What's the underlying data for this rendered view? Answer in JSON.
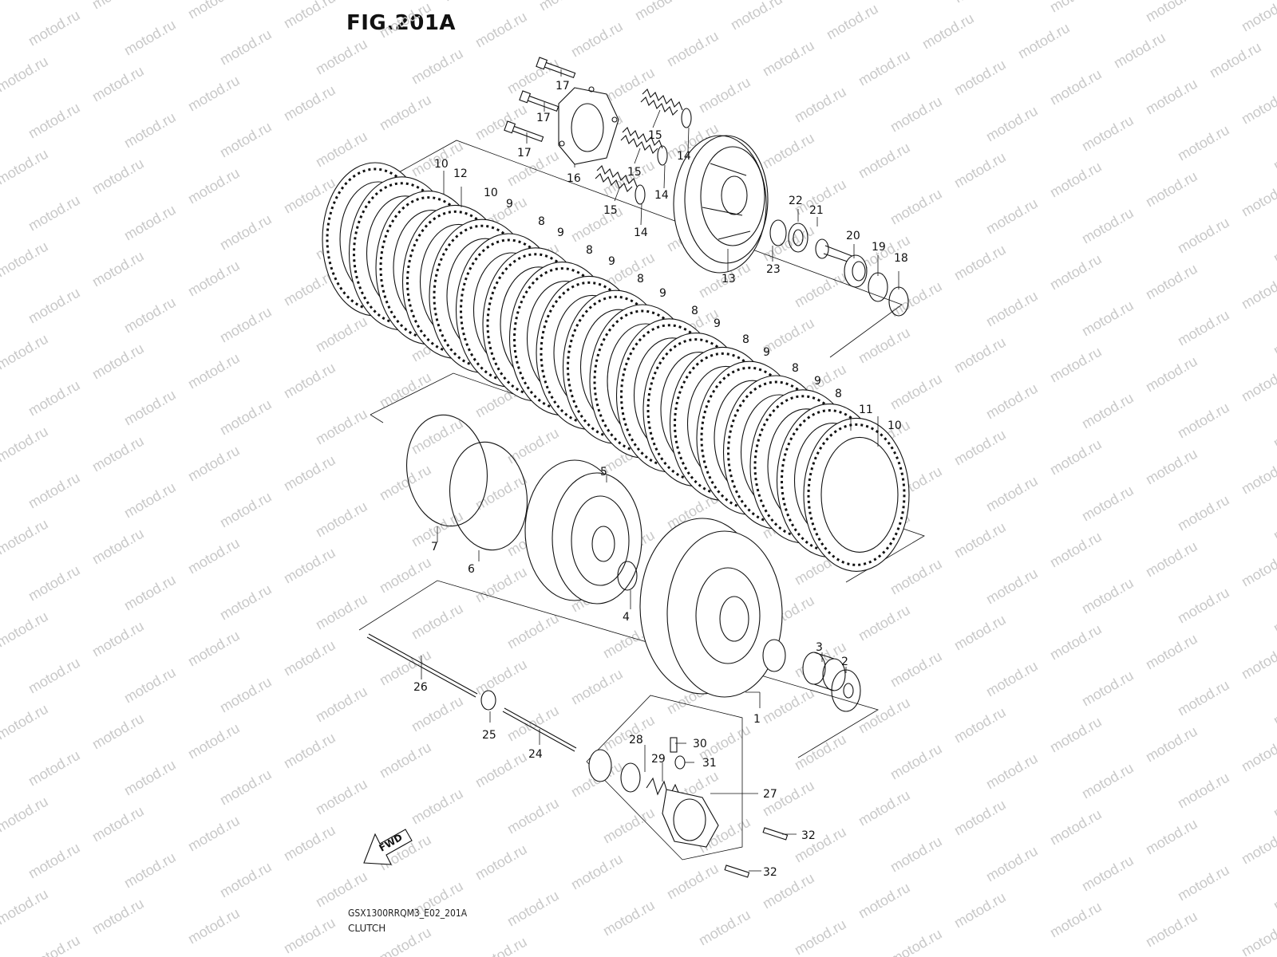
{
  "figure": {
    "title": "FIG.201A",
    "code": "GSX1300RRQM3_E02_201A",
    "name": "CLUTCH"
  },
  "watermark": "motod.ru",
  "fwd_label": "FWD",
  "callouts": {
    "c1": "1",
    "c2": "2",
    "c3": "3",
    "c4": "4",
    "c5": "5",
    "c6": "6",
    "c7": "7",
    "c8": "8",
    "c9": "9",
    "c10": "10",
    "c11": "11",
    "c12": "12",
    "c13": "13",
    "c14": "14",
    "c15": "15",
    "c16": "16",
    "c17": "17",
    "c18": "18",
    "c19": "19",
    "c20": "20",
    "c21": "21",
    "c22": "22",
    "c23": "23",
    "c24": "24",
    "c25": "25",
    "c26": "26",
    "c27": "27",
    "c28": "28",
    "c29": "29",
    "c30": "30",
    "c31": "31",
    "c32": "32"
  }
}
